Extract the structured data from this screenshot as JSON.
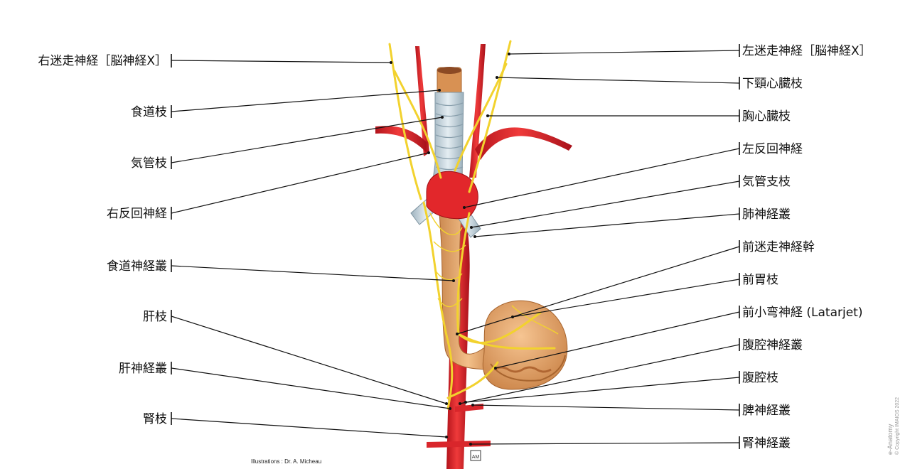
{
  "labels_left": [
    "右迷走神経［脳神経X］",
    "食道枝",
    "気管枝",
    "右反回神経",
    "食道神経叢",
    "肝枝",
    "肝神経叢",
    "腎枝"
  ],
  "labels_right": [
    "左迷走神経［脳神経X］",
    "下頸心臓枝",
    "胸心臓枝",
    "左反回神経",
    "気管支枝",
    "肺神経叢",
    "前迷走神経幹",
    "前胃枝",
    "前小弯神経 (Latarjet)",
    "腹腔神経叢",
    "腹腔枝",
    "脾神経叢",
    "腎神経叢"
  ],
  "credit": "Illustrations : Dr. A. Micheau",
  "brand": "e-Anatomy",
  "copyright": "© Copyright IMAIOS 2022",
  "logo_text": "AM"
}
